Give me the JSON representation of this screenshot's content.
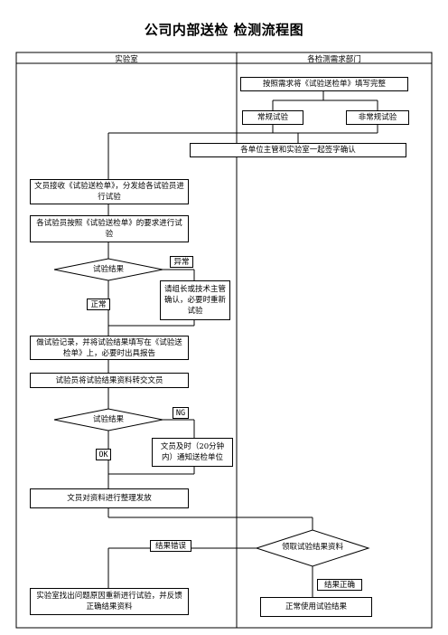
{
  "title": "公司内部送检 检测流程图",
  "lanes": {
    "left": "实验室",
    "right": "各检测需求部门"
  },
  "nodes": {
    "fill_form": "按照需求将《试验送检单》填写完整",
    "regular_test": "常规试验",
    "irregular_test": "非常规试验",
    "joint_sign": "各单位主管和实验室一起签字确认",
    "receive_form": "文员接收《试验送检单》，分发给各试验员进行试验",
    "do_test": "各试验员按照《试验送检单》的要求进行试验",
    "result_1": "试验结果",
    "abnormal": "异常",
    "normal": "正常",
    "retest_confirm": "请组长或技术主管确认，必要时重新试验",
    "record": "做试验记录，并将试验结果填写在《试验送检单》上，必要时出具报告",
    "transfer": "试验员将试验结果资料转交文员",
    "result_2": "试验结果",
    "ng": "NG",
    "ok": "OK",
    "notify": "文员及时（20分钟内）通知送检单位",
    "organize": "文员对资料进行整理发放",
    "collect": "领取试验结果资料",
    "result_error": "结果错误",
    "result_correct": "结果正确",
    "find_cause": "实验室找出问题原因重新进行试验，并反馈正确结果资料",
    "use_result": "正常使用试验结果"
  }
}
